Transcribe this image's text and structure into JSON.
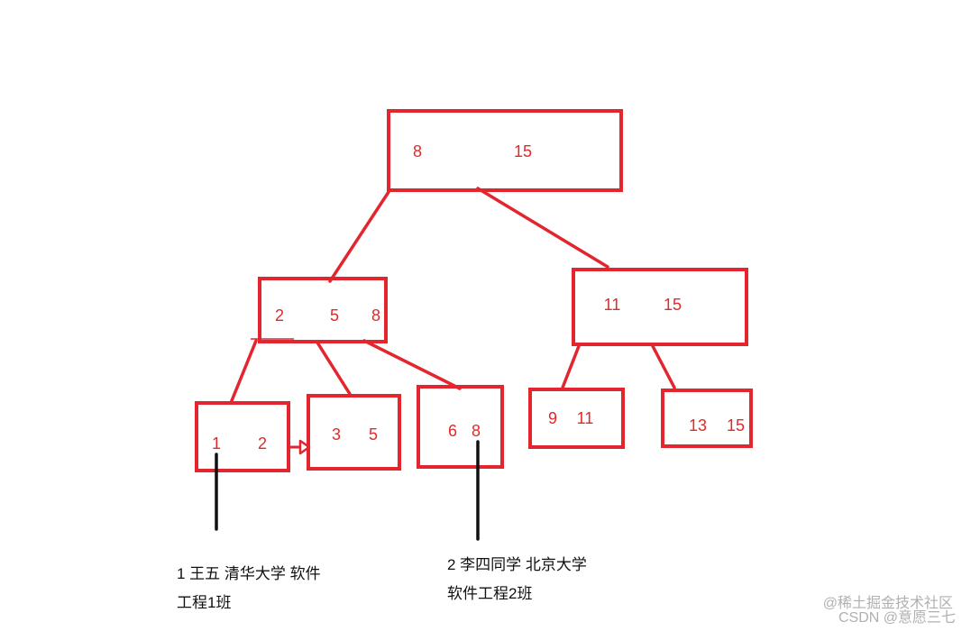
{
  "tree": {
    "root": {
      "keys": [
        "8",
        "15"
      ]
    },
    "internal": [
      {
        "keys": [
          "2",
          "5",
          "8"
        ]
      },
      {
        "keys": [
          "11",
          "15"
        ]
      }
    ],
    "leaves": [
      {
        "keys": [
          "1",
          "2"
        ]
      },
      {
        "keys": [
          "3",
          "5"
        ]
      },
      {
        "keys": [
          "6",
          "8"
        ]
      },
      {
        "keys": [
          "9",
          "11"
        ]
      },
      {
        "keys": [
          "13",
          "15"
        ]
      }
    ]
  },
  "records": [
    {
      "line1": "1 王五 清华大学 软件",
      "line2": "工程1班"
    },
    {
      "line1": "2 李四同学 北京大学",
      "line2": "软件工程2班"
    }
  ],
  "watermark": {
    "juejin": "@稀土掘金技术社区",
    "csdn": "CSDN @意愿三七"
  },
  "colors": {
    "node_stroke": "#e3262e",
    "key_text": "#e02a2a",
    "pointer": "#111111",
    "label_text": "#111111",
    "watermark": "#a8a8a8"
  }
}
